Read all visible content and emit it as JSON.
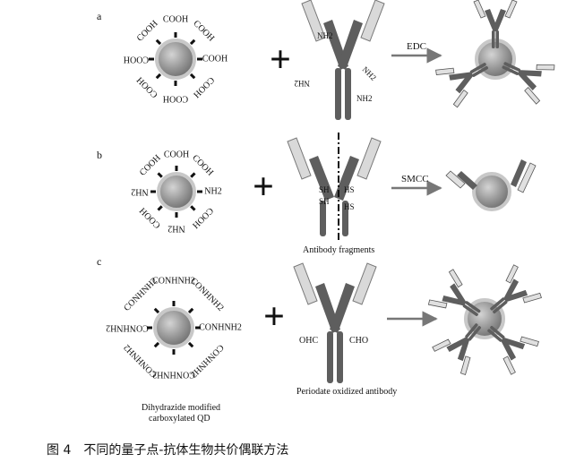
{
  "panels": {
    "a": {
      "label": "a",
      "qd_groups": [
        "COOH",
        "COOH",
        "COOH",
        "COOH",
        "COOH",
        "COOH",
        "COOH",
        "COOH"
      ],
      "plus": "+",
      "antibody_groups": [
        "NH2",
        "NH2",
        "NH2",
        "NH2"
      ],
      "reagent": "EDC"
    },
    "b": {
      "label": "b",
      "qd_groups": [
        "COOH",
        "COOH",
        "NH2",
        "COOH",
        "NH2",
        "COOH",
        "NH2",
        "COOH"
      ],
      "plus": "+",
      "thiols": [
        "SH",
        "SH",
        "HS",
        "HS"
      ],
      "fragment_caption": "Antibody fragments",
      "reagent": "SMCC"
    },
    "c": {
      "label": "c",
      "qd_groups": [
        "CONHNH2",
        "CONHNH2",
        "CONHNH2",
        "CONHNH2",
        "CONHNH2",
        "CONHNH2",
        "CONHNH2",
        "CONHNH2"
      ],
      "qd_caption_1": "Dihydrazide modified",
      "qd_caption_2": "carboxylated QD",
      "plus": "+",
      "aldehydes": [
        "OHC",
        "CHO"
      ],
      "antibody_caption": "Periodate oxidized antibody"
    }
  },
  "figure_caption": {
    "number": "图 4",
    "text": "不同的量子点-抗体生物共价偶联方法"
  },
  "colors": {
    "qd_core": "#8a8a8a",
    "qd_shell": "#c8c8c8",
    "heavy_chain": "#5e5e5e",
    "light_chain": "#d8d8d8",
    "arrow": "#777777",
    "plus": "#888888"
  }
}
